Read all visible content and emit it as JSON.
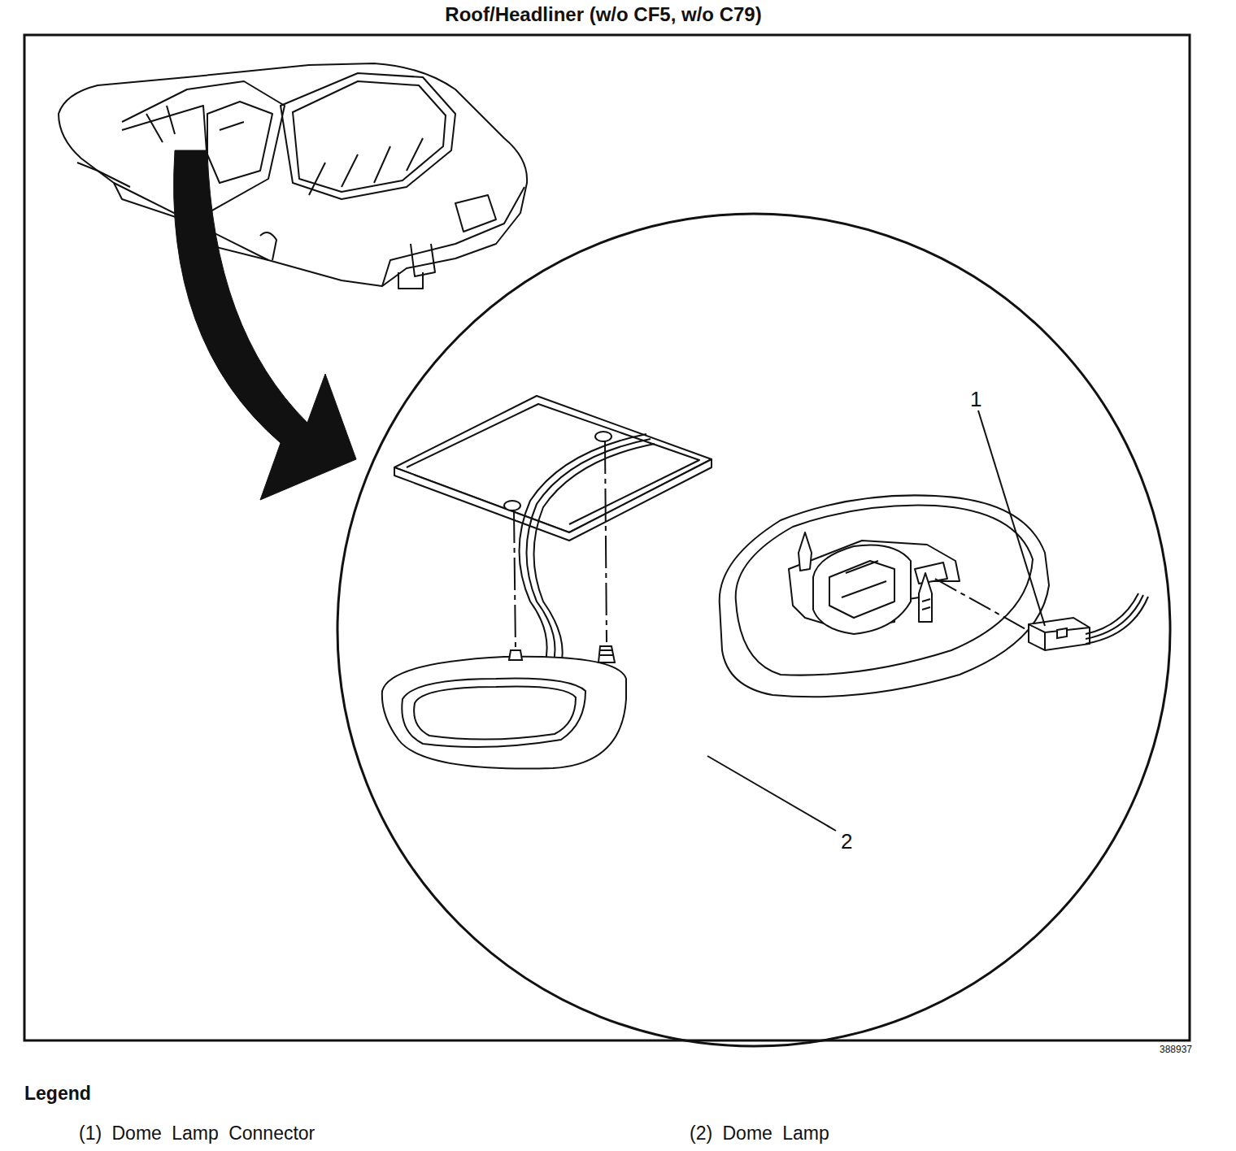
{
  "diagram": {
    "title": "Roof/Headliner (w/o CF5, w/o C79)",
    "labels": [
      "1",
      "2",
      "388937",
      "Legend"
    ],
    "legend": [
      {
        "text": "(1) Dome Lamp Connector"
      },
      {
        "text": "(2) Dome Lamp"
      }
    ]
  }
}
